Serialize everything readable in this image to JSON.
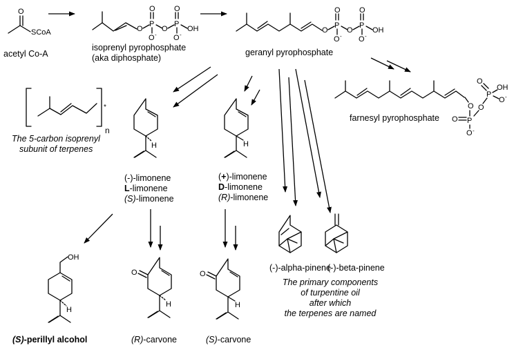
{
  "compounds": {
    "acetyl_coa": {
      "name": "acetyl Co-A",
      "atom_o": "O",
      "atom_s": "SCoA"
    },
    "isoprenyl_pp": {
      "name": "isoprenyl pyrophosphate",
      "alt_name": "(aka diphosphate)"
    },
    "geranyl_pp": {
      "name": "geranyl pyrophosphate"
    },
    "farnesyl_pp": {
      "name": "farnesyl pyrophosphate"
    },
    "subunit": {
      "caption_line1": "The 5-carbon isoprenyl",
      "caption_line2": "subunit of terpenes",
      "repeat": "n",
      "star": "*"
    },
    "minus_limonene": {
      "name1": "(-)-limonene",
      "name2_bold": "L",
      "name2_rest": "-limonene",
      "name3_italic": "(S)",
      "name3_rest": "-limonene",
      "stereo_h": "H"
    },
    "plus_limonene": {
      "name1_open": "(",
      "name1_bold": "+",
      "name1_rest": ")-limonene",
      "name2_bold": "D",
      "name2_rest": "-limonene",
      "name3_italic": "(R)",
      "name3_rest": "-limonene",
      "stereo_h": "H"
    },
    "alpha_pinene": {
      "name": "(-)-alpha-pinene"
    },
    "beta_pinene": {
      "name": "(-)-beta-pinene"
    },
    "turpentine_note": {
      "line1": "The primary components",
      "line2": "of turpentine oil",
      "line3": "after which",
      "line4": "the terpenes are named"
    },
    "perillyl": {
      "name_italic": "(S)",
      "name_rest": "-perillyl alcohol",
      "atom_oh": "OH",
      "stereo_h": "H"
    },
    "r_carvone": {
      "name_italic": "(R)",
      "name_rest": "-carvone",
      "atom_o": "O",
      "stereo_h": "H"
    },
    "s_carvone": {
      "name_italic": "(S)",
      "name_rest": "-carvone",
      "atom_o": "O",
      "stereo_h": "H"
    }
  },
  "phosphate": {
    "p": "P",
    "o": "O",
    "oh": "OH",
    "charge": "-"
  }
}
